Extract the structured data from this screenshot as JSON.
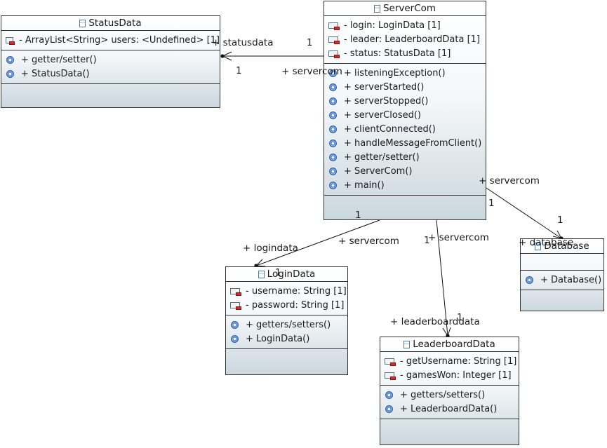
{
  "classes": {
    "status_data": {
      "name": "StatusData",
      "attributes": [
        "- ArrayList<String> users: <Undefined> [1]"
      ],
      "operations": [
        "+ getter/setter()",
        "+ StatusData()"
      ]
    },
    "server_com": {
      "name": "ServerCom",
      "attributes": [
        "- login: LoginData [1]",
        "- leader: LeaderboardData [1]",
        "- status: StatusData [1]"
      ],
      "operations": [
        "+ listeningException()",
        "+ serverStarted()",
        "+ serverStopped()",
        "+ serverClosed()",
        "+ clientConnected()",
        "+ handleMessageFromClient()",
        "+ getter/setter()",
        "+ ServerCom()",
        "+ main()"
      ]
    },
    "login_data": {
      "name": "LoginData",
      "attributes": [
        "- username: String [1]",
        "- password: String [1]"
      ],
      "operations": [
        "+ getters/setters()",
        "+ LoginData()"
      ]
    },
    "leaderboard_data": {
      "name": "LeaderboardData",
      "attributes": [
        "- getUsername: String [1]",
        "- gamesWon: Integer [1]"
      ],
      "operations": [
        "+ getters/setters()",
        "+ LeaderboardData()"
      ]
    },
    "database": {
      "name": "Database",
      "attributes": [],
      "operations": [
        "+ Database()"
      ]
    }
  },
  "associations": {
    "status": {
      "role_target": "+ statusdata",
      "mult_target": "1",
      "role_source": "+ servercom",
      "mult_source": "1"
    },
    "login": {
      "role_target": "+ logindata",
      "mult_target": "1",
      "role_source": "+ servercom",
      "mult_source": "1"
    },
    "leaderboard": {
      "role_target": "+ leaderboarddata",
      "mult_target": "1",
      "role_source": "+ servercom",
      "mult_source": "1"
    },
    "database": {
      "role_target": "+ database",
      "mult_target": "1",
      "role_source": "+ servercom",
      "mult_source": "1"
    }
  }
}
